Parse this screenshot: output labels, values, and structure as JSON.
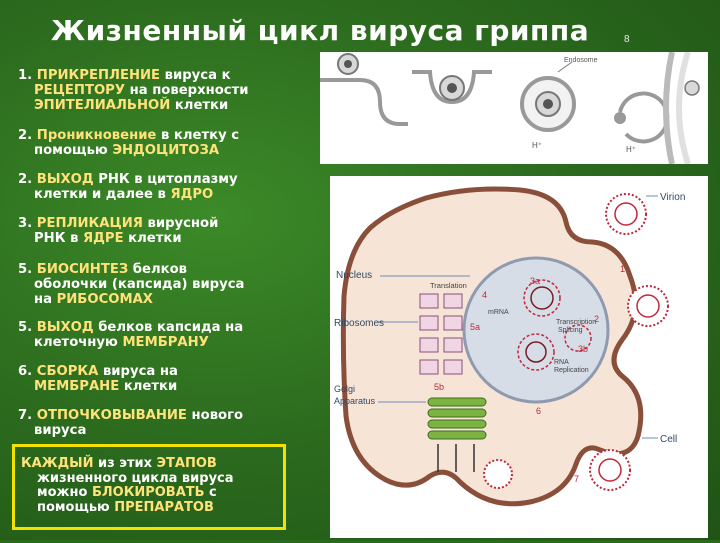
{
  "title": "Жизненный цикл вируса гриппа",
  "page_number": "8",
  "steps": [
    {
      "num": "1.",
      "line1_pre": " ",
      "line1_hl": "ПРИКРЕПЛЕНИЕ",
      "line1_post": " вируса к",
      "line2_hl": "РЕЦЕПТОРУ",
      "line2_post": " на поверхности",
      "line3_hl": "ЭПИТЕЛИАЛЬНОЙ",
      "line3_post": " клетки"
    },
    {
      "num": "2.",
      "line1_pre": " ",
      "line1_hl": "Проникновение",
      "line1_post": " в клетку с",
      "line2_pre": "помощью ",
      "line2_hl": "ЭНДОЦИТОЗА"
    },
    {
      "num": "2.",
      "line1_pre": " ",
      "line1_hl": "ВЫХОД",
      "line1_post": "  РНК в цитоплазму",
      "line2_pre": "клетки и далее в ",
      "line2_hl": "ЯДРО"
    },
    {
      "num": "3.",
      "line1_pre": " ",
      "line1_hl": "РЕПЛИКАЦИЯ",
      "line1_post": " вирусной",
      "line2_pre": "РНК в ",
      "line2_hl": "ЯДРЕ",
      "line2_post": " клетки"
    },
    {
      "num": "5.",
      "line1_pre": " ",
      "line1_hl": "БИОСИНТЕЗ",
      "line1_post": " белков",
      "line2_pre": "оболочки (капсида) вируса",
      "line3_pre": "на ",
      "line3_hl": "РИБОСОМАХ"
    },
    {
      "num": "5.",
      "line1_pre": " ",
      "line1_hl": "ВЫХОД",
      "line1_post": " белков капсида на",
      "line2_pre": "клеточную ",
      "line2_hl": "МЕМБРАНУ"
    },
    {
      "num": "6.",
      "line1_pre": " ",
      "line1_hl": "СБОРКА",
      "line1_post": " вируса на",
      "line2_hl": "МЕМБРАНЕ",
      "line2_post": " клетки"
    },
    {
      "num": "7.",
      "line1_pre": " ",
      "line1_hl": "ОТПОЧКОВЫВАНИЕ",
      "line1_post": " нового",
      "line2_pre": "вируса"
    }
  ],
  "callout": {
    "line1_hl": "КАЖДЫЙ",
    "line1_mid": " из этих ",
    "line1_hl2": "ЭТАПОВ",
    "line2": "жизненного цикла вируса",
    "line3_pre": "можно ",
    "line3_hl": "БЛОКИРОВАТЬ",
    "line3_post": " с",
    "line4_pre": "помощью ",
    "line4_hl": "ПРЕПАРАТОВ"
  },
  "top_figure": {
    "label_endosome": "Endosome",
    "label_h1": "H⁺",
    "label_h2": "H⁺"
  },
  "diagram": {
    "labels": {
      "virion": "Virion",
      "nucleus": "Nucleus",
      "ribosomes": "Ribosomes",
      "golgi": "Golgi\nApparatus",
      "cell": "Cell",
      "translation": "Translation",
      "mrna": "mRNA",
      "transcription": "Transcription\nSplicing",
      "rna_replication": "RNA\nReplication"
    },
    "step_markers": [
      "1",
      "2",
      "3a",
      "3b",
      "4",
      "5a",
      "5b",
      "6",
      "7"
    ]
  },
  "colors": {
    "background": "#2d6d1f",
    "highlight": "#ffe27a",
    "callout_border": "#f2e200",
    "cell_fill": "#f6e4d6",
    "cell_stroke": "#8a4f3a",
    "nucleus_fill": "#d7dde6",
    "virion_red": "#c0283a"
  }
}
